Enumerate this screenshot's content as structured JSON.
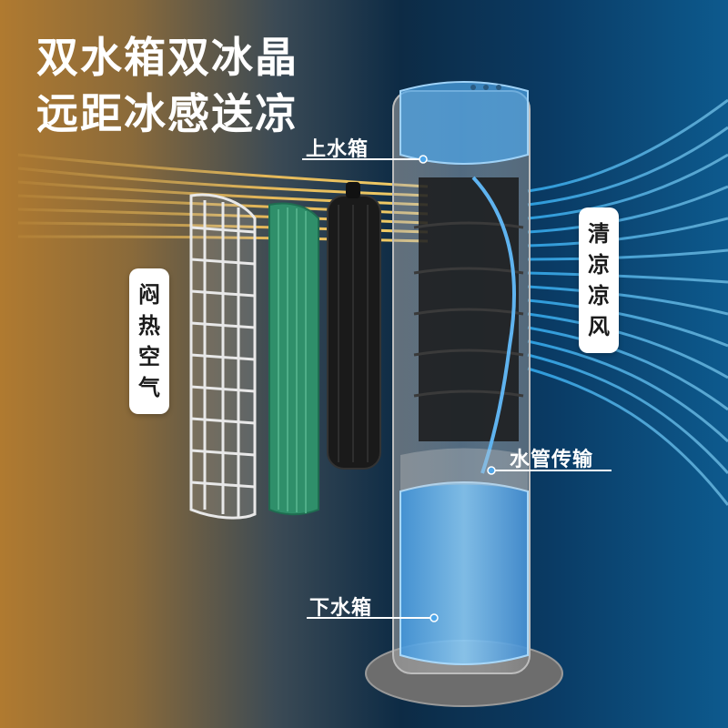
{
  "headline": {
    "line1": "双水箱双冰晶",
    "line2": "远距冰感送凉"
  },
  "labels": {
    "upper_tank": "上水箱",
    "lower_tank": "下水箱",
    "water_pipe": "水管传输",
    "hot_air_chars": [
      "闷",
      "热",
      "空",
      "气"
    ],
    "cool_air_chars": [
      "清",
      "凉",
      "凉",
      "风"
    ]
  },
  "colors": {
    "warm": "#e0a646",
    "cool": "#3ab5f0",
    "tank_water": "#5fb3ef",
    "filter_green": "#2f8f6a",
    "cylinder_black": "#1a1a1a"
  }
}
